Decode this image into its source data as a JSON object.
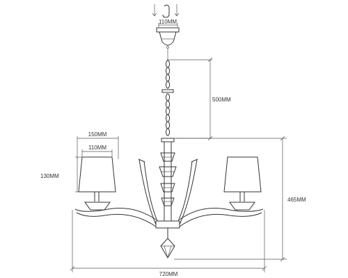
{
  "dimensions": {
    "canopy_width": "110MM",
    "chain_length": "500MM",
    "shade_top_width": "150MM",
    "shade_bottom_width": "110MM",
    "shade_height": "130MM",
    "total_height": "465MM",
    "total_width": "720MM"
  },
  "colors": {
    "line": "#333333",
    "dimension_line": "#555555",
    "background": "#ffffff"
  }
}
